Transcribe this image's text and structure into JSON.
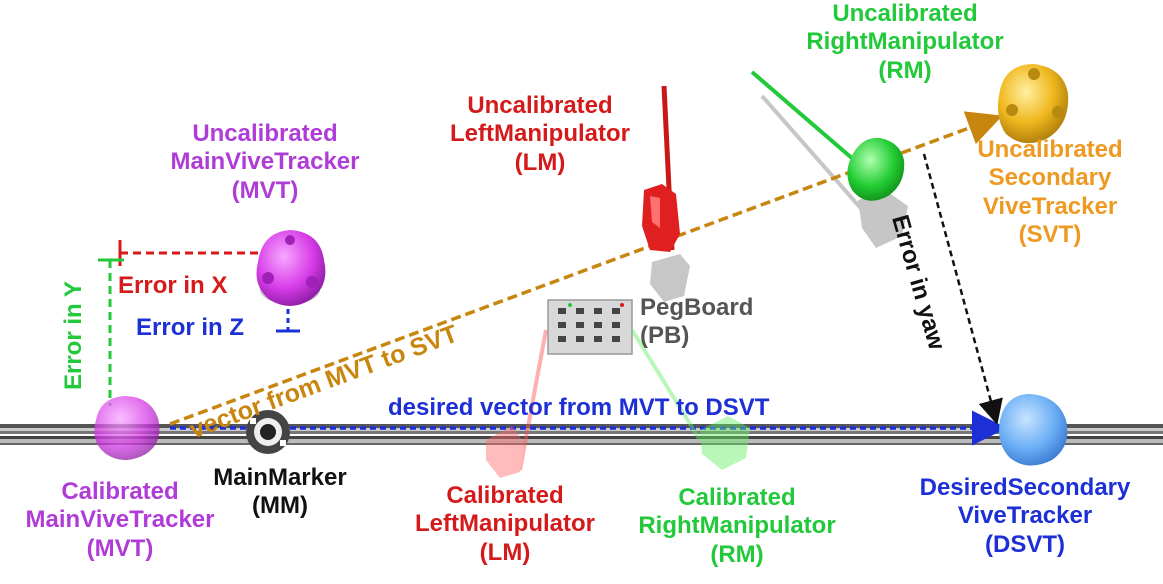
{
  "labels": {
    "uncal_mvt": [
      "Uncalibrated",
      "MainViveTracker",
      "(MVT)"
    ],
    "uncal_lm": [
      "Uncalibrated",
      "LeftManipulator",
      "(LM)"
    ],
    "uncal_rm": [
      "Uncalibrated",
      "RightManipulator",
      "(RM)"
    ],
    "uncal_svt": [
      "Uncalibrated",
      "Secondary",
      "ViveTracker",
      "(SVT)"
    ],
    "cal_mvt": [
      "Calibrated",
      "MainViveTracker",
      "(MVT)"
    ],
    "main_marker": [
      "MainMarker",
      "(MM)"
    ],
    "cal_lm": [
      "Calibrated",
      "LeftManipulator",
      "(LM)"
    ],
    "cal_rm": [
      "Calibrated",
      "RightManipulator",
      "(RM)"
    ],
    "dsvt": [
      "DesiredSecondary",
      "ViveTracker",
      "(DSVT)"
    ],
    "pegboard": [
      "PegBoard",
      "(PB)"
    ],
    "error_x": "Error in X",
    "error_y": "Error in Y",
    "error_z": "Error in Z",
    "error_yaw": "Error in yaw",
    "vector_svt": "vector from MVT to SVT",
    "vector_dsvt": "desired vector from MVT to DSVT"
  },
  "colors": {
    "purple": "#b03cd8",
    "red": "#d41a1a",
    "green": "#22c93a",
    "orange": "#ee9a22",
    "blue": "#1d2fd6",
    "vector_orange": "#c8860f"
  }
}
